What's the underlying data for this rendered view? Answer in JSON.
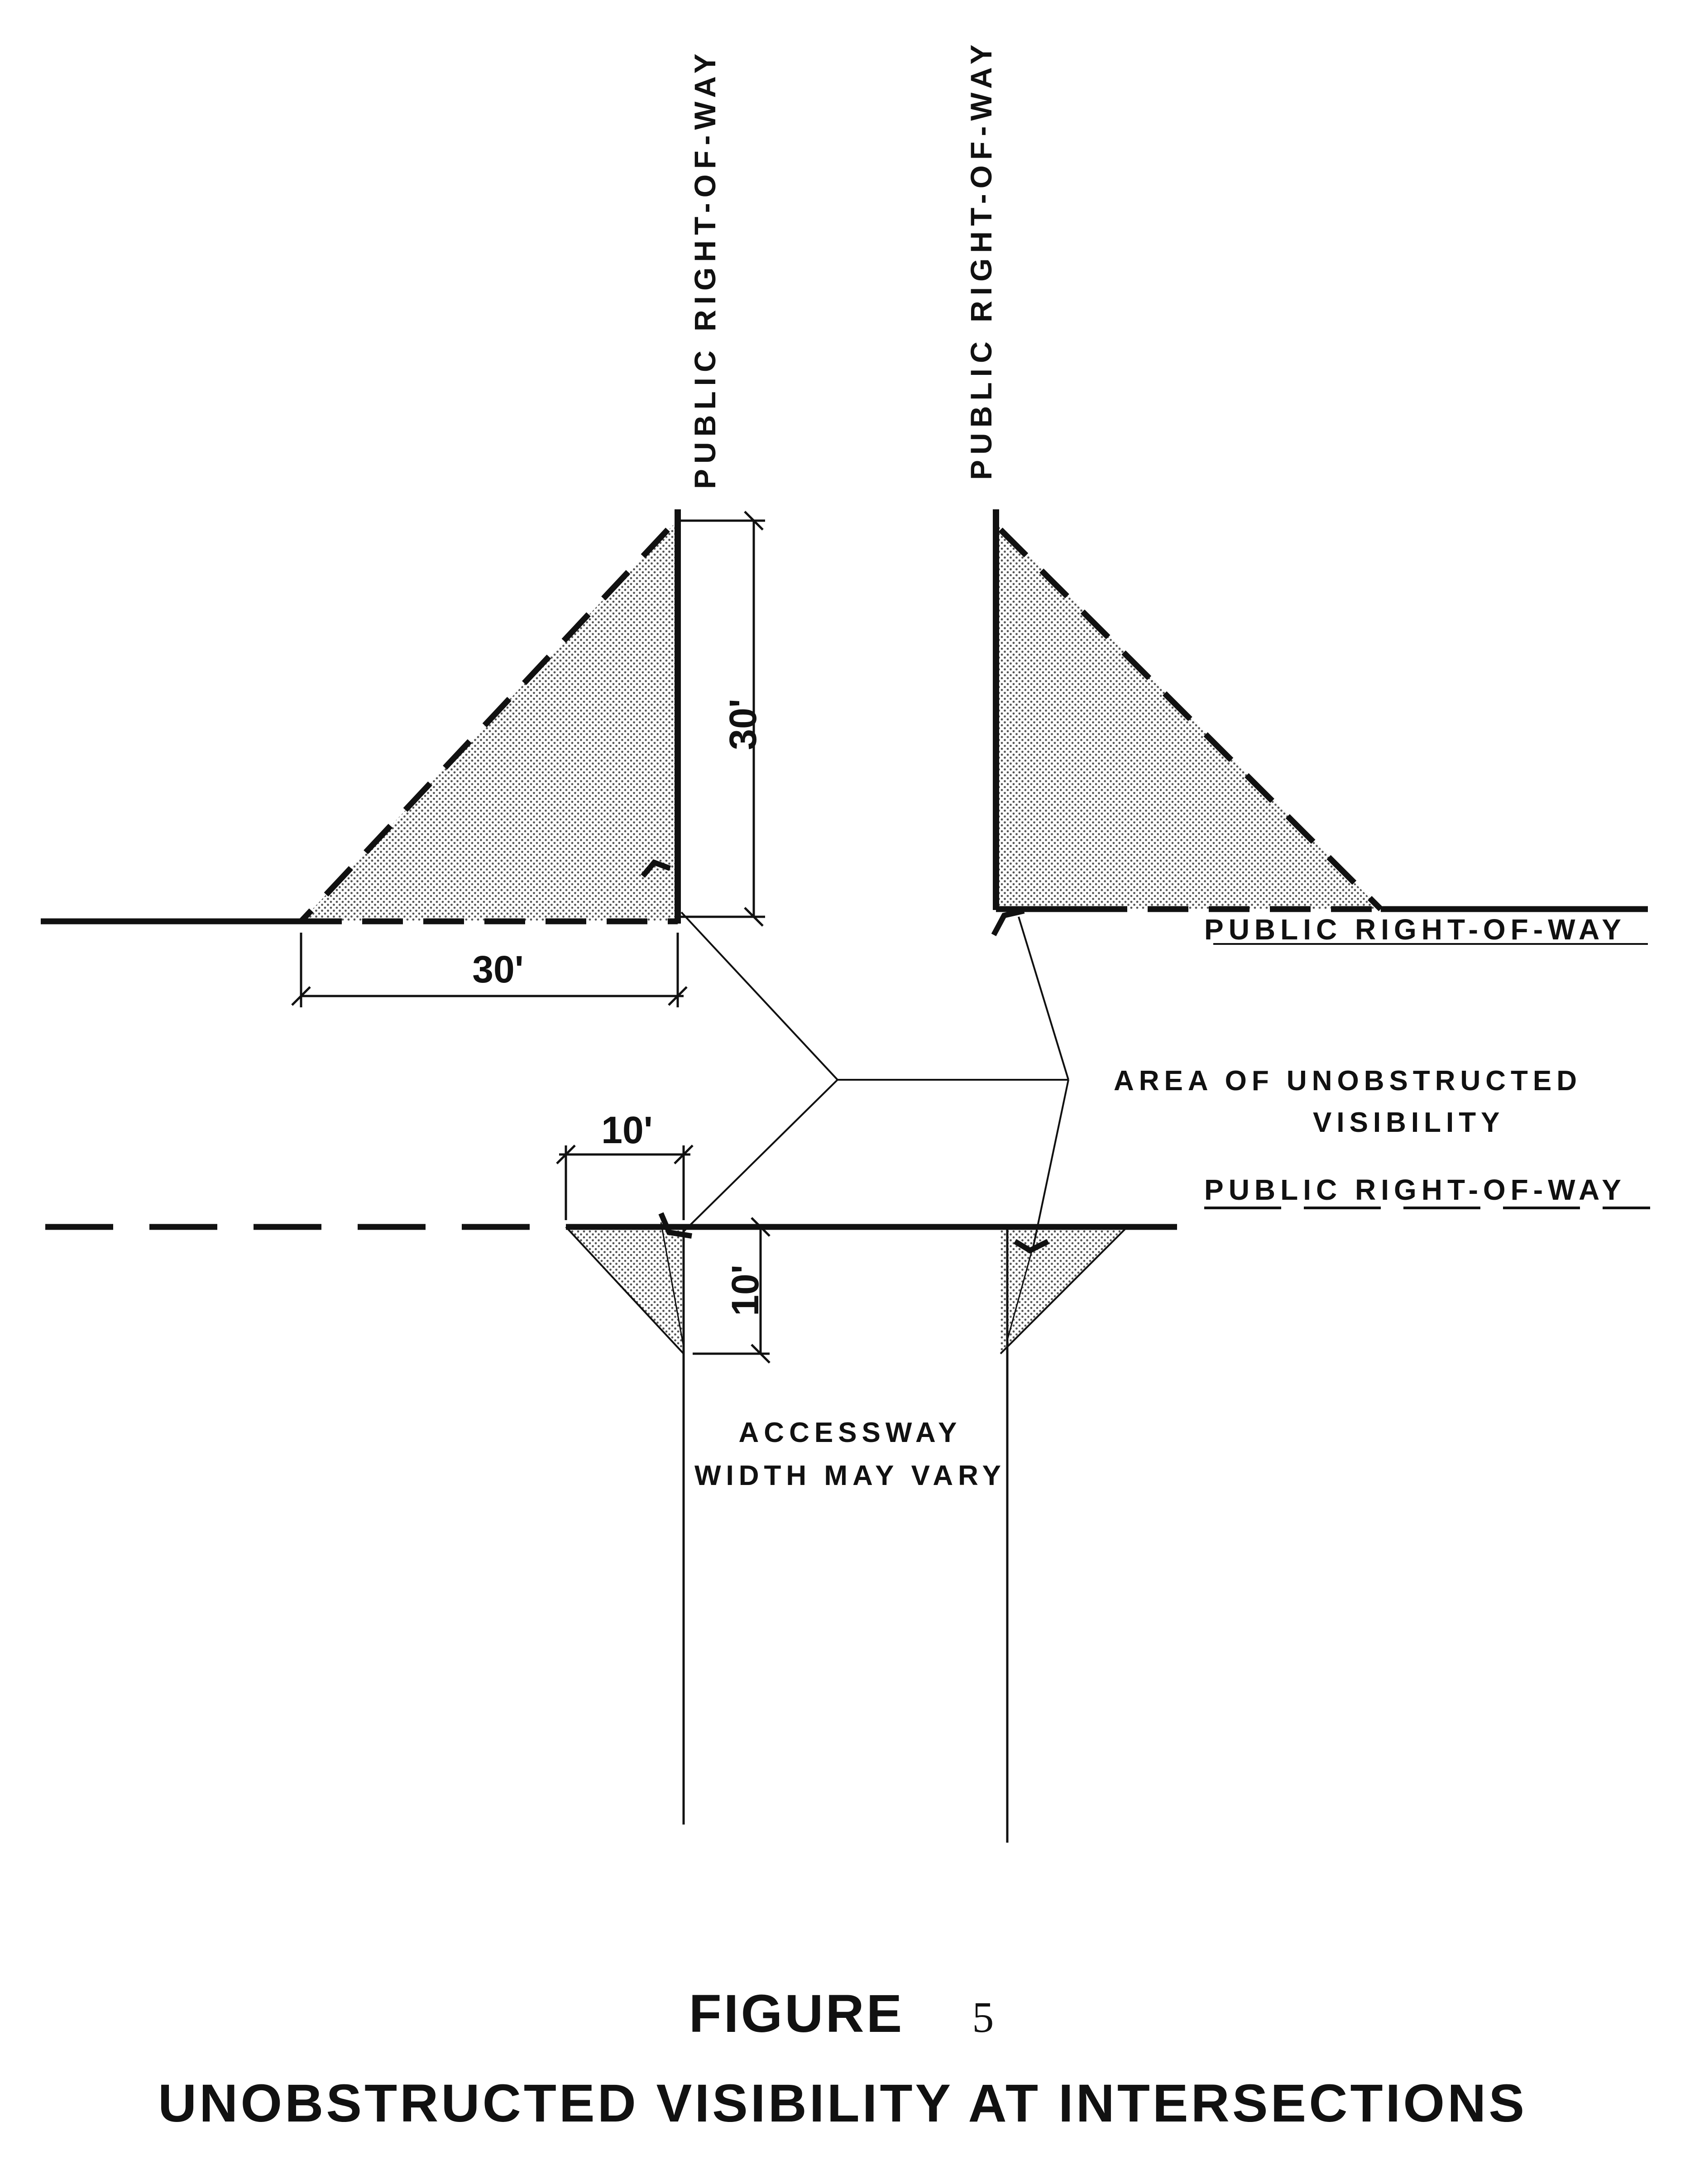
{
  "labels": {
    "row_left_vertical": "PUBLIC RIGHT-OF-WAY",
    "row_right_vertical": "PUBLIC RIGHT-OF-WAY",
    "row_upper_horizontal": "PUBLIC RIGHT-OF-WAY",
    "row_lower_horizontal": "PUBLIC RIGHT-OF-WAY",
    "area_line1": "AREA OF UNOBSTRUCTED",
    "area_line2": "VISIBILITY",
    "accessway_line1": "ACCESSWAY",
    "accessway_line2": "WIDTH MAY VARY"
  },
  "dimensions": {
    "large_vertical": "30'",
    "large_horizontal": "30'",
    "small_horizontal": "10'",
    "small_vertical": "10'"
  },
  "caption": {
    "figure_word": "FIGURE",
    "figure_number": "5",
    "title": "UNOBSTRUCTED VISIBILITY AT INTERSECTIONS"
  },
  "colors": {
    "ink": "#111111",
    "stipple": "#555555",
    "background": "#ffffff"
  }
}
